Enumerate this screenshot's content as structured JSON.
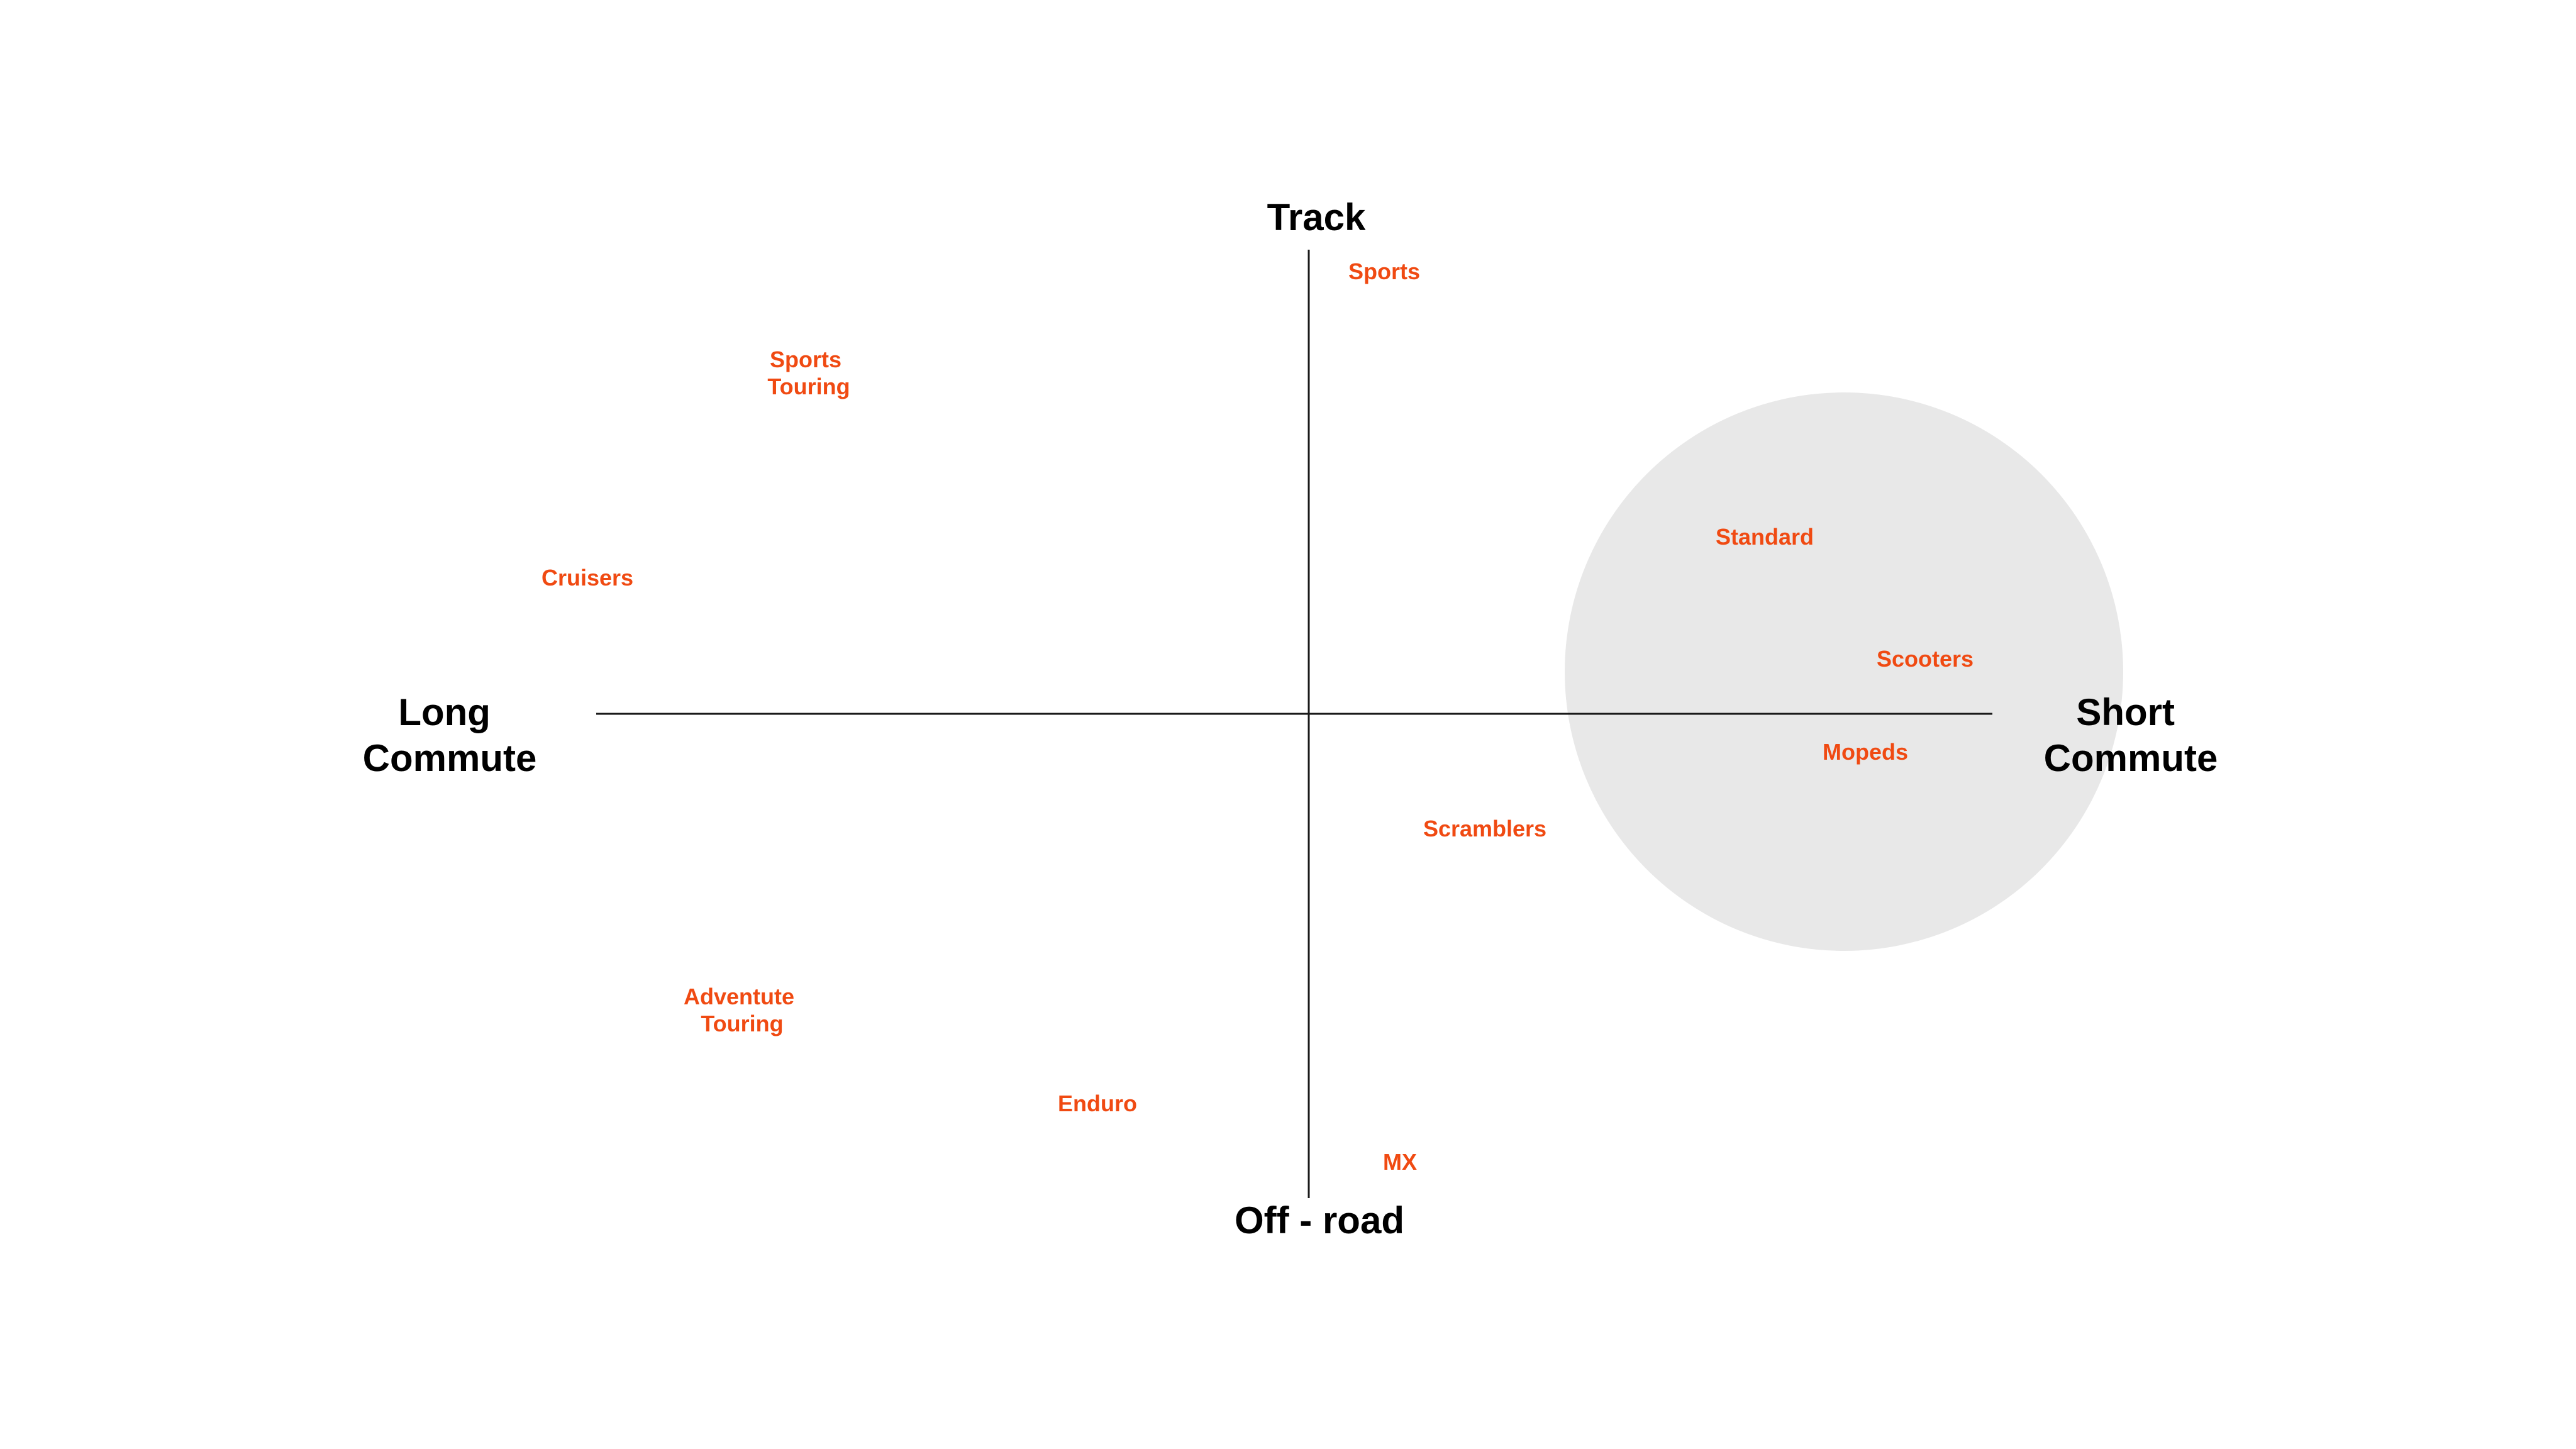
{
  "axes": {
    "top": "Track",
    "bottom": "Off - road",
    "left": [
      "Long",
      "Commute"
    ],
    "right": [
      "Short",
      "Commute"
    ]
  },
  "segments": [
    {
      "id": "sports",
      "lines": [
        "Sports"
      ]
    },
    {
      "id": "sports-touring",
      "lines": [
        "Sports",
        "Touring"
      ]
    },
    {
      "id": "cruisers",
      "lines": [
        "Cruisers"
      ]
    },
    {
      "id": "standard",
      "lines": [
        "Standard"
      ]
    },
    {
      "id": "scooters",
      "lines": [
        "Scooters"
      ]
    },
    {
      "id": "mopeds",
      "lines": [
        "Mopeds"
      ]
    },
    {
      "id": "scramblers",
      "lines": [
        "Scramblers"
      ]
    },
    {
      "id": "adventute-touring",
      "lines": [
        "Adventute",
        "Touring"
      ]
    },
    {
      "id": "enduro",
      "lines": [
        "Enduro"
      ]
    },
    {
      "id": "mx",
      "lines": [
        "MX"
      ]
    }
  ],
  "colors": {
    "label": "#f04a12",
    "axis": "#1a1a1a",
    "highlight": "#e8e8e8",
    "title": "#000000"
  }
}
